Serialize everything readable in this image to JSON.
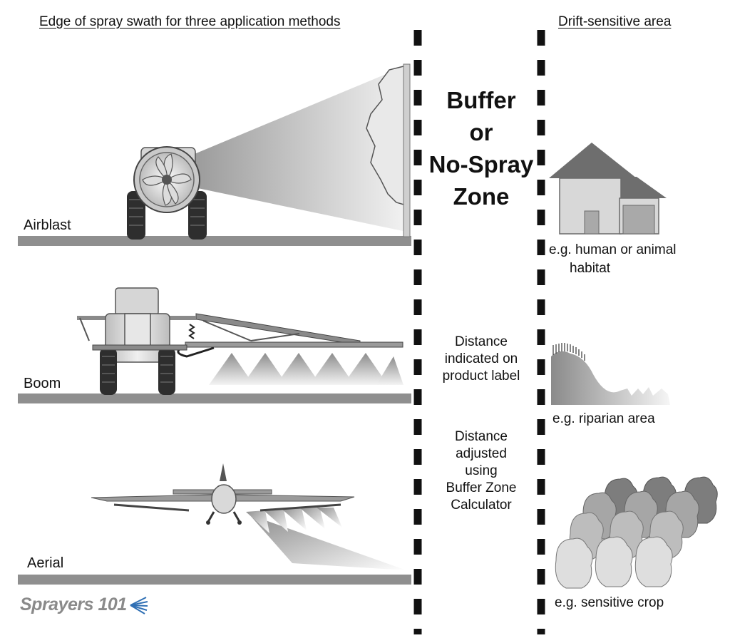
{
  "headings": {
    "left": "Edge of spray swath for three application methods",
    "right": "Drift-sensitive area"
  },
  "methods": {
    "airblast": "Airblast",
    "boom": "Boom",
    "aerial": "Aerial"
  },
  "zone": {
    "line1": "Buffer",
    "line2": "or",
    "line3": "No-Spray",
    "line4": "Zone"
  },
  "notes": {
    "label_line1": "Distance",
    "label_line2": "indicated on",
    "label_line3": "product label",
    "calc_line1": "Distance",
    "calc_line2": "adjusted",
    "calc_line3": "using",
    "calc_line4": "Buffer Zone",
    "calc_line5": "Calculator"
  },
  "examples": {
    "habitat_line1": "e.g. human or animal",
    "habitat_line2": "habitat",
    "riparian": "e.g. riparian area",
    "crop": "e.g. sensitive crop"
  },
  "brand": {
    "name": "Sprayers 101"
  },
  "colors": {
    "ground": "#8f8f8f",
    "dash": "#111111",
    "machine_light": "#d9d9d9",
    "machine_dark": "#3a3a3a",
    "brand_accent": "#2f6fb4"
  }
}
